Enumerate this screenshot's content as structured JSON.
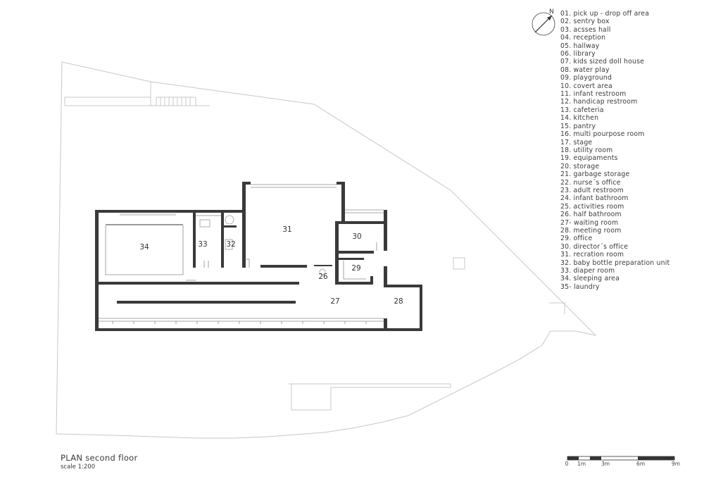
{
  "compass": {
    "label": "N"
  },
  "rooms": [
    {
      "id": "34"
    },
    {
      "id": "33"
    },
    {
      "id": "32"
    },
    {
      "id": "31"
    },
    {
      "id": "30"
    },
    {
      "id": "29"
    },
    {
      "id": "26"
    },
    {
      "id": "27"
    },
    {
      "id": "28"
    }
  ],
  "legend": [
    "01. pick up - drop off area",
    "02. sentry box",
    "03. acsses hall",
    "04. reception",
    "05. hallway",
    "06. library",
    "07. kids sized doll house",
    "08. water play",
    "09. playground",
    "10. covert area",
    "11. infant restroom",
    "12. handicap restroom",
    "13. cafeteria",
    "14. kitchen",
    "15. pantry",
    "16. multi pourpose room",
    "17. stage",
    "18. utility room",
    "19. equipaments",
    "20. storage",
    "21. garbage storage",
    "22. nurse´s office",
    "23. adult restroom",
    "24. infant bathroom",
    "25. activities room",
    "26. half bathroom",
    "27- waiting room",
    "28. meeting room",
    "29. office",
    "30. director´s office",
    "31. recration room",
    "32. baby bottle preparation unit",
    "33. diaper room",
    "34. sleeping area",
    "35- laundry"
  ],
  "title": "PLAN second floor",
  "scale_text": "scale 1:200",
  "scale_bar": {
    "labels": [
      "0",
      "1m",
      "3m",
      "6m",
      "9m"
    ]
  }
}
